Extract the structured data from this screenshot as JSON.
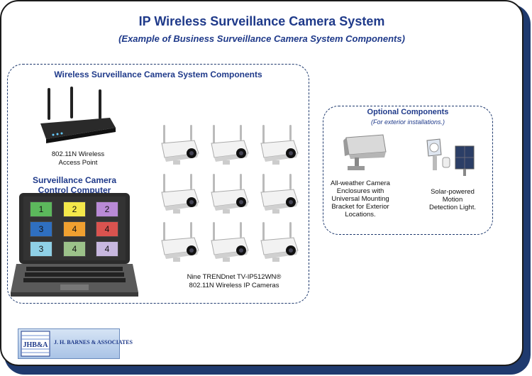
{
  "header": {
    "title": "IP Wireless Surveillance Camera System",
    "subtitle": "(Example of Business Surveillance Camera System Components)"
  },
  "main_group": {
    "title": "Wireless Surveillance Camera System Components",
    "router_label_1": "802.11N Wireless",
    "router_label_2": "Access Point",
    "computer_title_1": "Surveillance Camera",
    "computer_title_2": "Control Computer",
    "screen_tiles": [
      {
        "label": "1",
        "color": "#5cb85c"
      },
      {
        "label": "2",
        "color": "#f4e84a"
      },
      {
        "label": "2",
        "color": "#b98ad6"
      },
      {
        "label": "3",
        "color": "#2f6fc0"
      },
      {
        "label": "4",
        "color": "#f0a030"
      },
      {
        "label": "4",
        "color": "#d9534f"
      },
      {
        "label": "3",
        "color": "#8fd0e6"
      },
      {
        "label": "4",
        "color": "#9cc28a"
      },
      {
        "label": "4",
        "color": "#c8b8e0"
      }
    ],
    "cameras_label_1": "Nine TRENDnet TV-IP512WN®",
    "cameras_label_2": "802.11N Wireless IP Cameras"
  },
  "optional_group": {
    "title": "Optional Components",
    "subtitle": "(For exterior installations.)",
    "enclosure_label": [
      "All-weather Camera",
      "Enclosures with",
      "Universal Mounting",
      "Bracket for Exterior",
      "Locations."
    ],
    "light_label": [
      "Solar-powered",
      "Motion",
      "Detection Light."
    ]
  },
  "logo": {
    "badge": "JHB&A",
    "text": "J. H. BARNES & ASSOCIATES"
  },
  "colors": {
    "title_blue": "#1f3a8a",
    "frame_shadow": "#1f3a6e"
  }
}
